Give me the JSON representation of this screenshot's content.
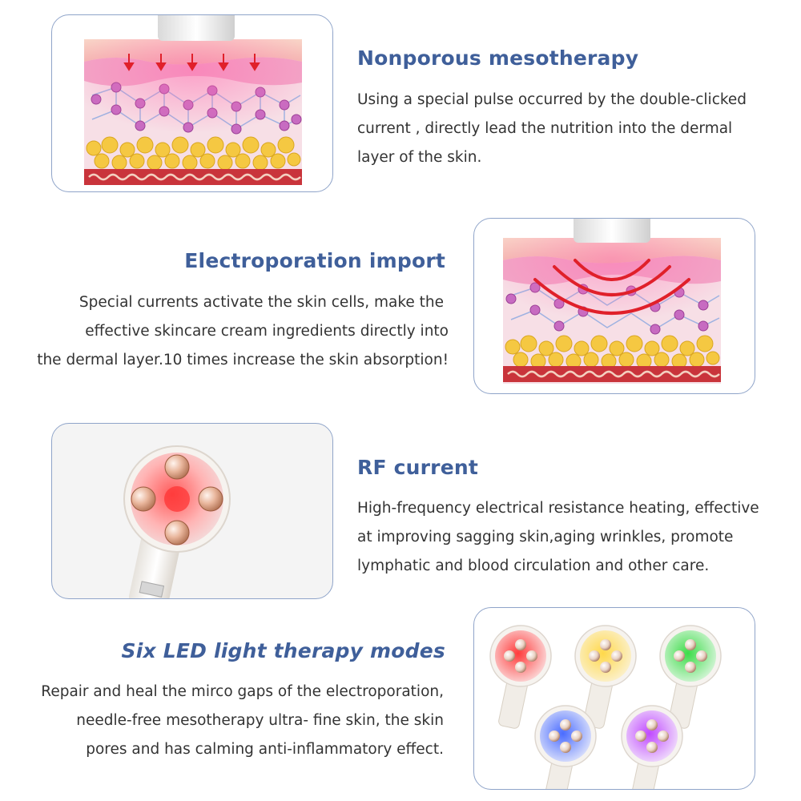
{
  "sections": [
    {
      "title": "Nonporous mesotherapy",
      "lines": [
        "Using a special pulse occurred by the double-clicked",
        "current , directly lead the nutrition into the dermal",
        "layer of the skin."
      ]
    },
    {
      "title": "Electroporation import",
      "lines": [
        "Special currents activate the skin cells, make the",
        "effective skincare cream ingredients directly into",
        "the dermal layer.10 times increase the skin absorption!"
      ]
    },
    {
      "title": "RF current",
      "lines": [
        "High-frequency electrical resistance heating, effective",
        "at improving sagging skin,aging wrinkles, promote",
        "lymphatic and blood circulation and other care."
      ]
    },
    {
      "title": "Six LED light therapy modes",
      "lines": [
        "Repair and heal the mirco gaps of the electroporation,",
        "needle-free mesotherapy ultra- fine skin, the skin",
        "pores and has calming anti-inflammatory effect."
      ]
    }
  ],
  "colors": {
    "title": "#3f5f9a",
    "text": "#333333",
    "panel_border": "#8fa4c9",
    "red_light": "#ff3b3b",
    "yellow_light": "#ffd84a",
    "green_light": "#3ddc4a",
    "blue_light": "#4a6cff",
    "purple_light": "#c04aff"
  }
}
